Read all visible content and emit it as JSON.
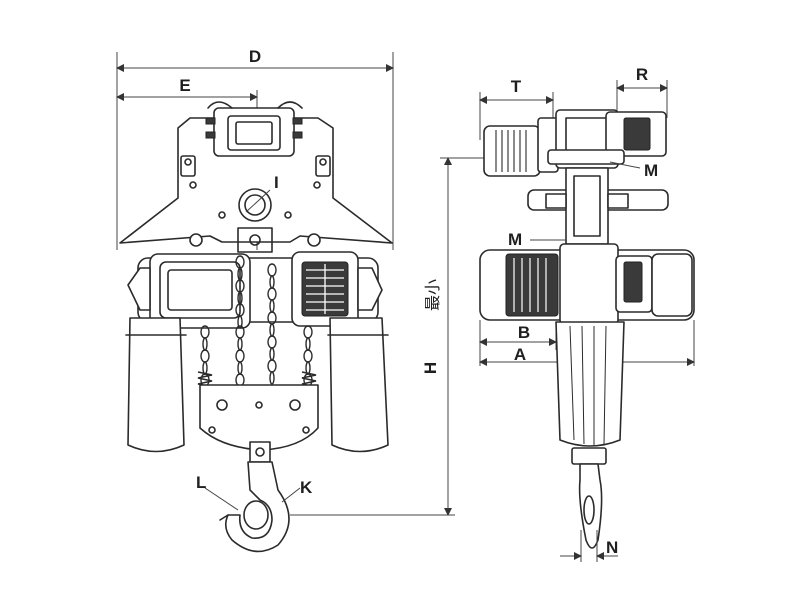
{
  "labels": {
    "D": "D",
    "E": "E",
    "I": "I",
    "L": "L",
    "K": "K",
    "H": "H",
    "H_note": "最小",
    "T": "T",
    "R": "R",
    "M_top": "M",
    "M_mid": "M",
    "B": "B",
    "A": "A",
    "N": "N"
  },
  "colors": {
    "line": "#2b2b2b",
    "background": "#ffffff",
    "dark_fill": "#3a3a3a"
  }
}
